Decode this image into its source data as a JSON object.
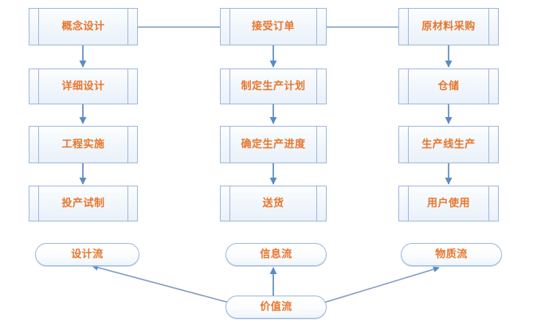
{
  "diagram": {
    "title": "Enterprise process flow: design / information / material streams",
    "colors": {
      "text": "#e8762c",
      "node_border": "#9cb8dd",
      "arrow_blue": "#5b8bc4",
      "connector_grey_blue": "#7e99bd",
      "background": "#ffffff"
    },
    "columns": [
      {
        "key": "design",
        "nodes": [
          {
            "id": "c1r1",
            "label": "概念设计"
          },
          {
            "id": "c1r2",
            "label": "详细设计"
          },
          {
            "id": "c1r3",
            "label": "工程实施"
          },
          {
            "id": "c1r4",
            "label": "投产试制"
          }
        ],
        "stream": {
          "id": "s1",
          "label": "设计流"
        }
      },
      {
        "key": "information",
        "nodes": [
          {
            "id": "c2r1",
            "label": "接受订单"
          },
          {
            "id": "c2r2",
            "label": "制定生产计划"
          },
          {
            "id": "c2r3",
            "label": "确定生产进度"
          },
          {
            "id": "c2r4",
            "label": "送货"
          }
        ],
        "stream": {
          "id": "s2",
          "label": "信息流"
        }
      },
      {
        "key": "material",
        "nodes": [
          {
            "id": "c3r1",
            "label": "原材料采购"
          },
          {
            "id": "c3r2",
            "label": "仓储"
          },
          {
            "id": "c3r3",
            "label": "生产线生产"
          },
          {
            "id": "c3r4",
            "label": "用户使用"
          }
        ],
        "stream": {
          "id": "s3",
          "label": "物质流"
        }
      }
    ],
    "value_stream": {
      "id": "vs",
      "label": "价值流"
    },
    "connectors": [
      {
        "from": "c1r1",
        "to": "c2r1",
        "kind": "line-horizontal",
        "arrow": false
      },
      {
        "from": "c2r1",
        "to": "c3r1",
        "kind": "line-horizontal",
        "arrow": false
      },
      {
        "from": "c1r1",
        "to": "c1r2",
        "kind": "arrow-down",
        "arrow": true
      },
      {
        "from": "c1r2",
        "to": "c1r3",
        "kind": "arrow-down",
        "arrow": true
      },
      {
        "from": "c1r3",
        "to": "c1r4",
        "kind": "arrow-down",
        "arrow": true
      },
      {
        "from": "c2r1",
        "to": "c2r2",
        "kind": "arrow-down",
        "arrow": true
      },
      {
        "from": "c2r2",
        "to": "c2r3",
        "kind": "arrow-down",
        "arrow": true
      },
      {
        "from": "c2r3",
        "to": "c2r4",
        "kind": "arrow-down",
        "arrow": true
      },
      {
        "from": "c3r1",
        "to": "c3r2",
        "kind": "arrow-down",
        "arrow": true
      },
      {
        "from": "c3r2",
        "to": "c3r3",
        "kind": "arrow-down",
        "arrow": true
      },
      {
        "from": "c3r3",
        "to": "c3r4",
        "kind": "arrow-down",
        "arrow": true
      },
      {
        "from": "vs",
        "to": "s1",
        "kind": "arrow-diagonal-up-left",
        "arrow": true
      },
      {
        "from": "vs",
        "to": "s2",
        "kind": "arrow-up",
        "arrow": true
      },
      {
        "from": "vs",
        "to": "s3",
        "kind": "arrow-diagonal-up-right",
        "arrow": true
      }
    ]
  }
}
